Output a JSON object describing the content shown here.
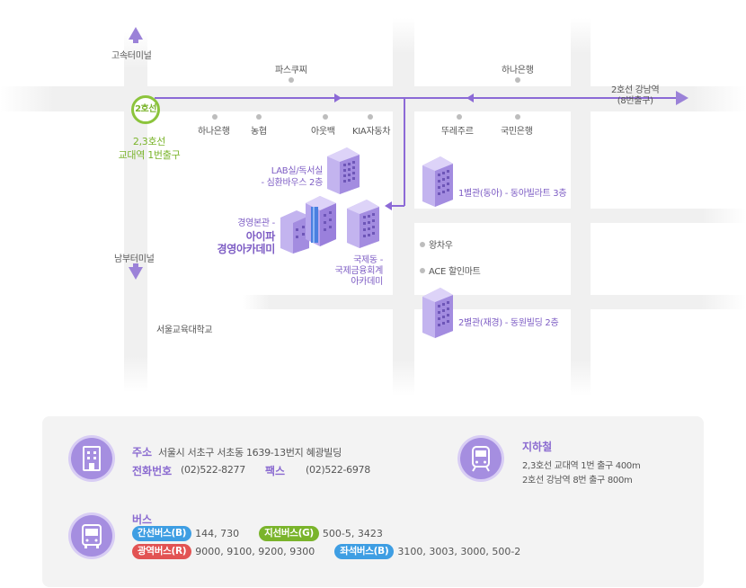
{
  "map": {
    "top_dest": "고속터미널",
    "bottom_dest": "남부터미널",
    "right_dest_line1": "2호선 강남역",
    "right_dest_line2": "(8번출구)",
    "station_badge": "2호선",
    "station_caption_line1": "2,3호선",
    "station_caption_line2": "교대역 1번출구",
    "landmarks_top": [
      "파스쿠찌",
      "하나은행"
    ],
    "landmarks_row": [
      "하나은행",
      "농협",
      "아웃백",
      "KIA자동차",
      "뚜레주르",
      "국민은행"
    ],
    "landmarks_mid": [
      "왕차우",
      "ACE 할인마트"
    ],
    "school": "서울교육대학교",
    "buildings": {
      "lab_line1": "LAB실/독서실",
      "lab_line2": "- 심환바우스 2층",
      "main_line1": "경영본관 -",
      "main_line2": "아이파",
      "main_line3": "경영아카데미",
      "intl_line1": "국제동 -",
      "intl_line2": "국제금융회계",
      "intl_line3": "아카데미",
      "annex1": "1별관(동아) - 동아빌라트 3층",
      "annex2": "2별관(재경) - 동원빌딩 2층"
    },
    "colors": {
      "route": "#8c6ad6",
      "station": "#8cc43c",
      "road": "#f0f0f0"
    }
  },
  "info": {
    "address_title": "주소",
    "address_value": "서울시 서초구 서초동 1639-13번지 혜광빌딩",
    "phone_title": "전화번호",
    "phone_value": "(02)522-8277",
    "fax_title": "팩스",
    "fax_value": "(02)522-6978",
    "subway_title": "지하철",
    "subway_line1": "2,3호선 교대역 1번 출구  400m",
    "subway_line2": "2호선 강남역 8번 출구  800m",
    "bus_title": "버스",
    "bus": [
      {
        "type": "간선버스(B)",
        "numbers": "144, 730",
        "color": "#3e9ee3"
      },
      {
        "type": "지선버스(G)",
        "numbers": "500-5, 3423",
        "color": "#7ab42b"
      },
      {
        "type": "광역버스(R)",
        "numbers": "9000, 9100, 9200, 9300",
        "color": "#e25353"
      },
      {
        "type": "좌석버스(B)",
        "numbers": "3100, 3003, 3000, 500-2",
        "color": "#3e9ee3"
      }
    ],
    "icons": [
      "building-icon",
      "subway-icon",
      "bus-icon"
    ]
  }
}
